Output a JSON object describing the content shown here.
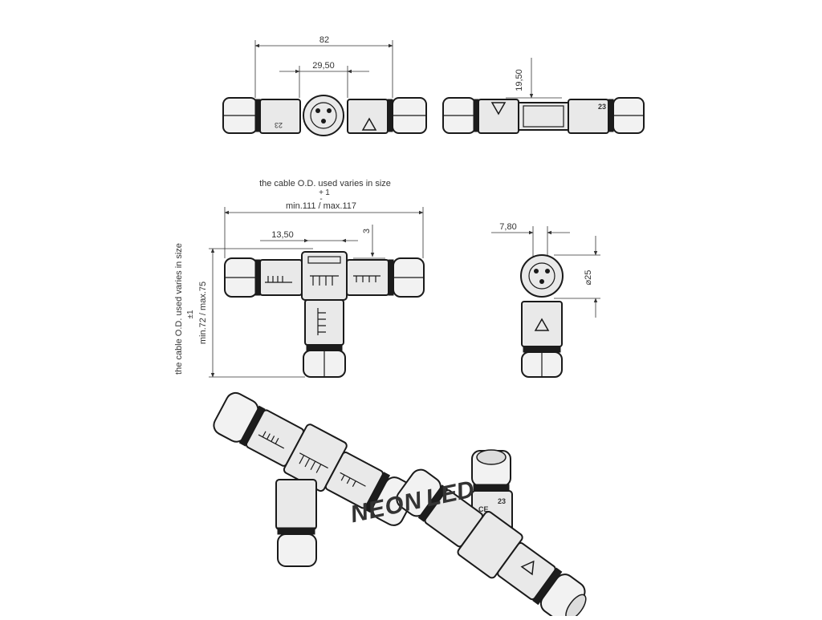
{
  "dimensions": {
    "top_total_length": "82",
    "top_center_spacing": "29,50",
    "side_height": "19,50",
    "tol_note_horizontal": "the cable O.D. used varies in size",
    "tol_plus_horizontal": "+",
    "tol_minus_horizontal": "-",
    "tol_one_horizontal": "1",
    "range_horizontal": "min.111 / max.117",
    "label_13_50": "13,50",
    "label_3": "3",
    "tol_note_vertical": "the cable O.D. used varies in size",
    "tol_vertical": "±1",
    "range_vertical": "min.72 / max.75",
    "label_7_80": "7,80",
    "label_diameter": "⌀25"
  },
  "markings": {
    "code_23": "23",
    "code_23_mirrored": "23",
    "ce_mark": "CE"
  },
  "watermark": {
    "part1": "NEON",
    "part2_l": "L",
    "part2_e": "E",
    "part2_d": "D",
    "colors": {
      "dark": "#2b2b2b",
      "red": "#e03030",
      "green": "#2fa84f",
      "blue": "#2f5fd0"
    }
  }
}
